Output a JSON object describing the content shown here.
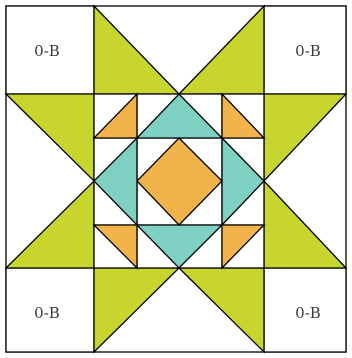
{
  "block": {
    "corner_labels": {
      "top_left": "0-B",
      "top_right": "0-B",
      "bottom_left": "0-B",
      "bottom_right": "0-B"
    },
    "colors": {
      "background": "#ffffff",
      "star_points": "#c7d52e",
      "teal": "#7dd0c2",
      "orange": "#f2b44a",
      "outline": "#000000",
      "label_text": "#3a3a3a"
    }
  }
}
